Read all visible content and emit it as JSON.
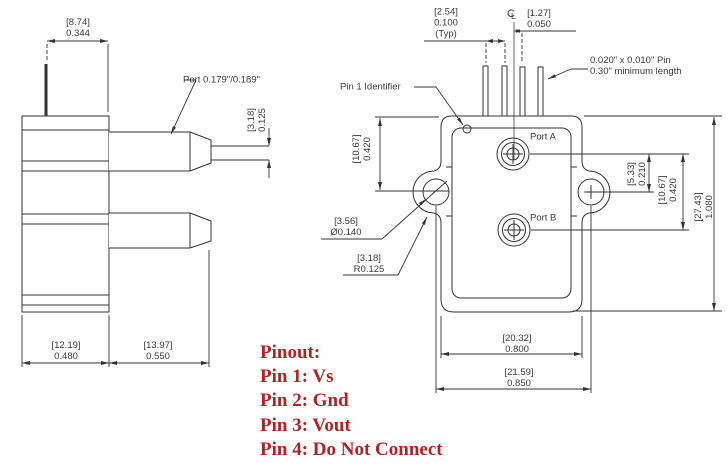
{
  "side_view": {
    "dim_pin_to_edge": {
      "mm": "[8.74]",
      "inch": "0.344"
    },
    "port_size_label": "Port 0.179\"/0.189\"",
    "dim_port_od": {
      "mm": "[3.18]",
      "inch": "0.125"
    },
    "dim_body_depth": {
      "mm": "[12.19]",
      "inch": "0.480"
    },
    "dim_port_length": {
      "mm": "[13.97]",
      "inch": "0.550"
    }
  },
  "front_view": {
    "pin1_identifier_label": "Pin 1 Identifier",
    "port_a_label": "Port A",
    "port_b_label": "Port B",
    "centerline_symbol": {
      "c": "C",
      "l": "L"
    },
    "dim_pin_pitch": {
      "mm": "[2.54]",
      "inch": "0.100",
      "note": "(Typ)"
    },
    "dim_pin_to_center": {
      "mm": "[1.27]",
      "inch": "0.050"
    },
    "pin_spec": {
      "line1": "0.020\" x 0.010\" Pin",
      "line2": "0.30\" minimum length"
    },
    "dim_top_to_hole": {
      "mm": "[10.67]",
      "inch": "0.420"
    },
    "dim_hole_diameter": {
      "mm": "[3.56]",
      "inch": "Ø0.140"
    },
    "dim_lobe_radius": {
      "mm": "[3.18]",
      "inch": "R0.125"
    },
    "dim_porta_to_hole": {
      "mm": "[5.33]",
      "inch": "0.210"
    },
    "dim_port_spacing": {
      "mm": "[10.67]",
      "inch": "0.420"
    },
    "dim_body_height": {
      "mm": "[27.43]",
      "inch": "1.080"
    },
    "dim_body_width": {
      "mm": "[20.32]",
      "inch": "0.800"
    },
    "dim_hole_spacing": {
      "mm": "[21.59]",
      "inch": "0.850"
    }
  },
  "pinout": {
    "title": "Pinout:",
    "pins": [
      "Pin 1: Vs",
      "Pin 2: Gnd",
      "Pin 3: Vout",
      "Pin 4: Do Not Connect"
    ]
  },
  "colors": {
    "line": "#333333",
    "text": "#3a3a3a",
    "pinout_red": "#b22222",
    "background": "#ffffff"
  }
}
